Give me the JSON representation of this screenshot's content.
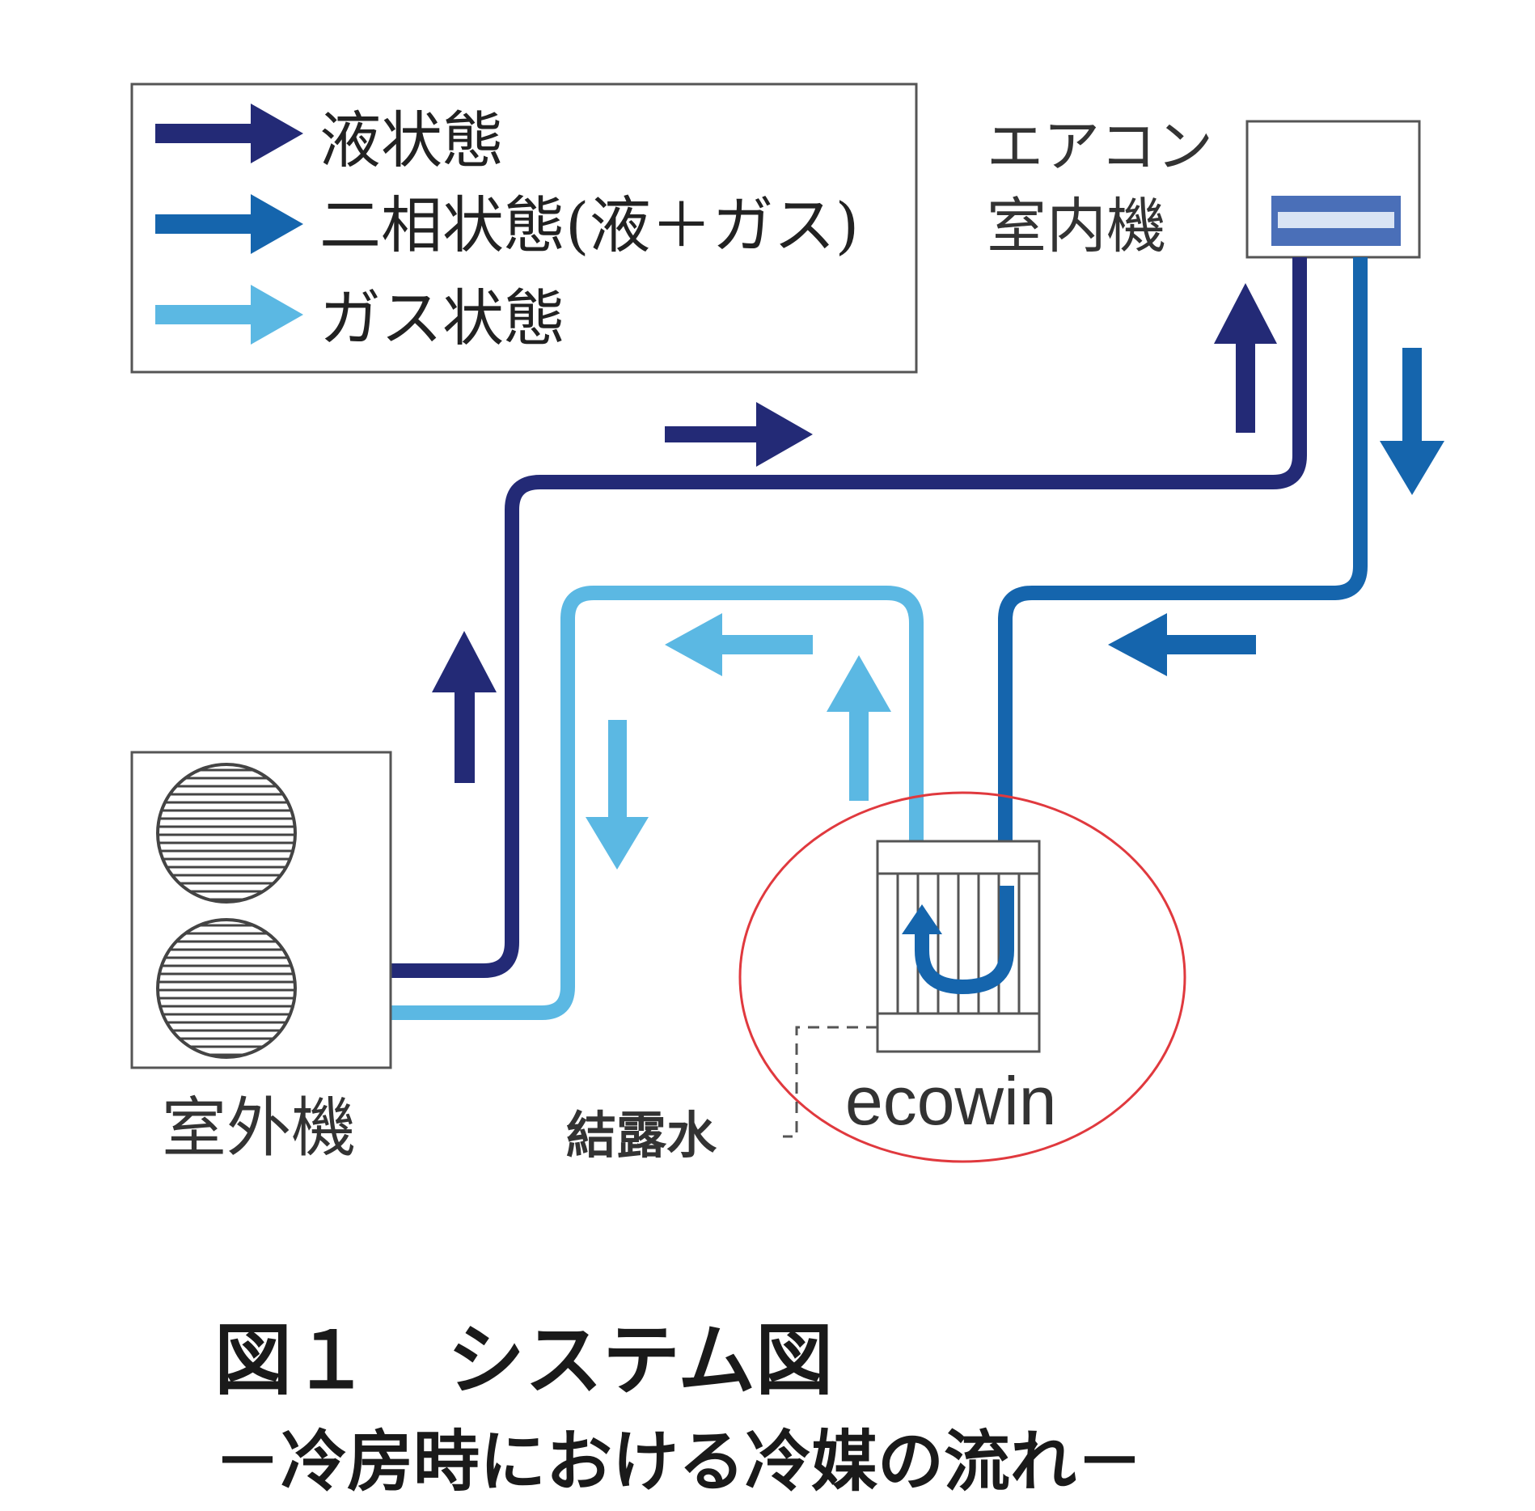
{
  "legend": {
    "items": [
      {
        "label": "液状態",
        "color": "#232a76"
      },
      {
        "label": "二相状態(液＋ガス)",
        "color": "#1565ad"
      },
      {
        "label": "ガス状態",
        "color": "#5bb8e3"
      }
    ]
  },
  "indoor_unit": {
    "label_line1": "エアコン",
    "label_line2": "室内機"
  },
  "outdoor_unit": {
    "label": "室外機"
  },
  "ecowin": {
    "label": "ecowin",
    "highlight_color": "#e0393e"
  },
  "condensate": {
    "label": "結露水"
  },
  "caption": {
    "line1": "図１　システム図",
    "line2": "－冷房時における冷媒の流れ－"
  },
  "colors": {
    "liquid": "#232a76",
    "two_phase": "#1565ad",
    "gas": "#5bb8e3",
    "outline": "#444444",
    "indoor_panel": "#4a6fb8"
  }
}
